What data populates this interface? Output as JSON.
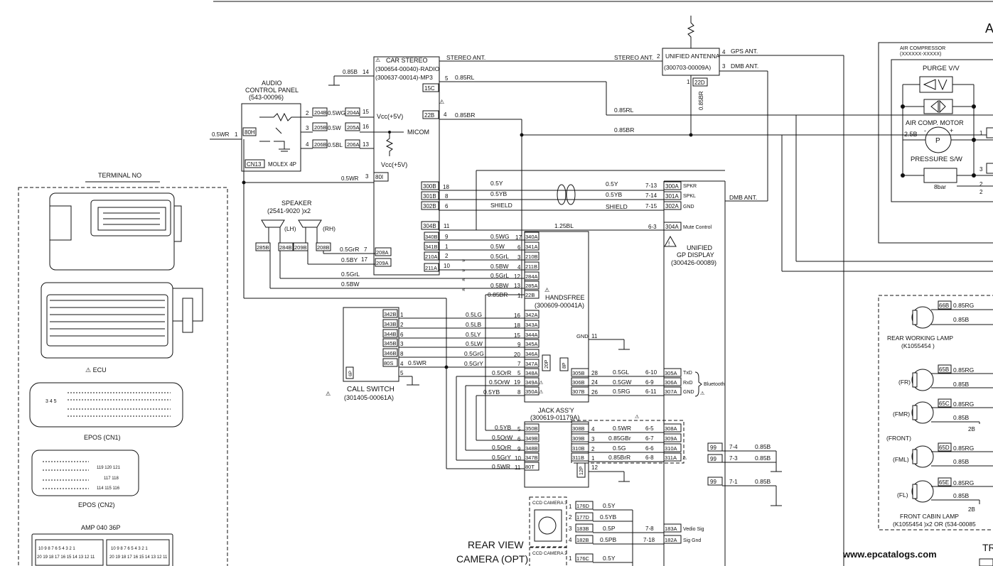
{
  "corner_letters": {
    "top_right": "A",
    "bottom_right": "TR"
  },
  "car_stereo": {
    "title": "CAR STEREO",
    "part_radio": "(300654-00040)-RADIO",
    "part_mp3": "(300637-00014)-MP3",
    "antenna_out": "STEREO ANT.",
    "vcc": "Vcc(+5V)",
    "micom": "MICOM",
    "vcc2": "Vcc(+5V)",
    "left_pins": [
      "14",
      "15",
      "16",
      "13",
      "3",
      "7",
      "17"
    ],
    "right_pins": [
      "5",
      "4",
      "18",
      "8",
      "6",
      "11",
      "9",
      "1",
      "2",
      "10"
    ],
    "conn_15c": "15C",
    "conn_22b": "22B",
    "conn_80i": "80I"
  },
  "audio_panel": {
    "title": "AUDIO",
    "subtitle": "CONTROL PANEL",
    "part": "(543-00096)",
    "cn13": "CN13",
    "molex": "MOLEX 4P",
    "conn_80h": "80H",
    "pins": [
      "2",
      "3",
      "4",
      "1"
    ],
    "out_conns": [
      "204B",
      "205B",
      "206B"
    ],
    "in_conns": [
      "204A",
      "205A",
      "206A"
    ]
  },
  "speaker": {
    "title": "SPEAKER",
    "part": "(2541-9020 )x2",
    "lh": "(LH)",
    "rh": "(RH)",
    "conns": [
      "285B",
      "284B",
      "209B",
      "208B"
    ],
    "stereo_conns": [
      "208A",
      "209A"
    ]
  },
  "unified_antenna": {
    "title": "UNIFIED ANTENNA",
    "part": "(300703-00009A)",
    "in": "STEREO ANT.",
    "gps": "GPS ANT.",
    "dmb": "DMB ANT.",
    "conn_22d": "22D",
    "pins": [
      "2",
      "4",
      "3",
      "1"
    ]
  },
  "gp_display": {
    "title": "UNIFIED",
    "subtitle": "GP DISPLAY",
    "part": "(300426-00089)",
    "labels": [
      "SPKR",
      "SPKL",
      "GND",
      "Mute Control"
    ],
    "pins": [
      "7-13",
      "7-14",
      "7-15",
      "6-3"
    ],
    "conns": [
      "300A",
      "301A",
      "302A",
      "304A"
    ],
    "dmb": "DMB ANT."
  },
  "handsfree": {
    "title": "HANDSFREE",
    "part": "(300609-00041A)",
    "gnd": "GND",
    "gnd_pin": "11",
    "conn_20p": "20P",
    "conn_8p": "8P",
    "pins": [
      "17",
      "6",
      "3",
      "4",
      "12",
      "13",
      "1",
      "16",
      "18",
      "15",
      "9",
      "20",
      "7",
      "5",
      "19",
      "8"
    ],
    "conns": [
      "340A",
      "341A",
      "210B",
      "211B",
      "284A",
      "285A",
      "22B",
      "342A",
      "343A",
      "344A",
      "345A",
      "346A",
      "347A",
      "348A",
      "349A",
      "350A"
    ],
    "bt_pins": [
      "28",
      "24",
      "26"
    ],
    "bt_conns": [
      "305B",
      "306B",
      "307B"
    ]
  },
  "bluetooth": {
    "label": "Bluetooth",
    "txd": "TxD",
    "rxd": "RxD",
    "gnd": "GND",
    "pins": [
      "6-10",
      "6-9",
      "6-11"
    ],
    "conns": [
      "305A",
      "306A",
      "307A"
    ],
    "wires": [
      "0.5GL",
      "0.5GW",
      "0.5RG"
    ]
  },
  "stereo_io": {
    "conns": [
      "300B",
      "301B",
      "302B",
      "304B",
      "340B",
      "341B",
      "210A",
      "211A"
    ]
  },
  "call_switch": {
    "title": "CALL SWITCH",
    "part": "(301405-00061A)",
    "conns": [
      "342B",
      "343B",
      "344B",
      "345B",
      "346B",
      "80S"
    ],
    "pins": [
      "1",
      "2",
      "6",
      "3",
      "8",
      "4",
      "5"
    ],
    "conn_6p": "6P"
  },
  "jack_assy": {
    "title": "JACK ASS'Y",
    "part": "(300619-01179A)",
    "pins": [
      "5",
      "6",
      "9",
      "10",
      "11"
    ],
    "conns": [
      "350B",
      "349B",
      "348B",
      "347B",
      "80T"
    ],
    "right_pins": [
      "4",
      "3",
      "2",
      "1",
      "12"
    ],
    "right_conns": [
      "308B",
      "309B",
      "310B",
      "311B"
    ],
    "conn_12p": "12P",
    "far_pins": [
      "6-5",
      "6-7",
      "6-6",
      "6-8"
    ],
    "far_conns": [
      "308A",
      "309A",
      "310A",
      "311A"
    ],
    "wires": [
      "0.5WR",
      "0.85GBr",
      "0.5G",
      "0.85BrR"
    ]
  },
  "ground_conns": {
    "conns": [
      "99",
      "99",
      "99"
    ],
    "pins": [
      "7-4",
      "7-3",
      "7-1"
    ],
    "wires": [
      "0.85B",
      "0.85B",
      "0.85B"
    ]
  },
  "ccd": {
    "cam3": "CCD CAMERA 3",
    "cam2": "CCD CAMERA 2",
    "pins": [
      "1",
      "2",
      "3",
      "4",
      "1"
    ],
    "conns": [
      "176D",
      "177D",
      "183B",
      "182B",
      "176C"
    ],
    "wires": [
      "0.5Y",
      "0.5YB",
      "0.5P",
      "0.5PB",
      "0.5Y"
    ],
    "sig_pins": [
      "7-8",
      "7-18"
    ],
    "sig_conns": [
      "183A",
      "182A"
    ],
    "vid": "Vedio Sig",
    "gnd": "Sig Gnd"
  },
  "rear_camera": {
    "line1": "REAR VIEW",
    "line2": "CAMERA (OPT)"
  },
  "terminal": {
    "title": "TERMINAL NO",
    "ecu": "ECU",
    "cn1": "EPOS (CN1)",
    "cn2": "EPOS (CN2)",
    "amp": "AMP 040 36P",
    "cn2_top": "119 120 121",
    "cn2_mid": "117 118",
    "cn2_bot": "114 115 116",
    "amp_row1": "10 9 8 7 6 5 4 3 2 1",
    "amp_row2": "20 19 18 17 16 15 14 13 12 11",
    "cn1_pins": "3 4 5"
  },
  "air_comp": {
    "title": "AIR COMPRESSOR",
    "part": "(XXXXXX-XXXXX)",
    "purge": "PURGE V/V",
    "motor": "AIR COMP. MOTOR",
    "pressure": "PRESSURE S/W",
    "bar": "8bar",
    "rating": "2.5B",
    "pins": [
      "1",
      "2",
      "3",
      "2"
    ],
    "p": "P",
    "minus": "-",
    "plus": "+"
  },
  "lamps": {
    "rear_title": "REAR WORKING LAMP",
    "rear_part": "(K1055454 )",
    "front": "(FRONT)",
    "front_title": "FRONT CABIN LAMP",
    "front_part": "(K1055454 )x2 OR (534-00085",
    "labels": [
      "(FR)",
      "(FMR)",
      "(FML)",
      "(FL)"
    ],
    "conns": [
      "66B",
      "65B",
      "65C",
      "65D",
      "65E"
    ],
    "wire_rg": "0.85RG",
    "wire_b": "0.85B",
    "b2": "2B"
  },
  "wires": {
    "w_085b": "0.85B",
    "w_05wr": "0.5WR",
    "w_05wg": "0.5WG",
    "w_05w": "0.5W",
    "w_05bl": "0.5BL",
    "w_085rl": "0.85RL",
    "w_085br": "0.85BR",
    "w_05y": "0.5Y",
    "w_05yb": "0.5YB",
    "shield": "SHIELD",
    "w_125bl": "1.25BL",
    "w_05grr": "0.5GrR",
    "w_05by": "0.5BY",
    "w_05grl": "0.5GrL",
    "w_05bw": "0.5BW",
    "w_05wg2": "0.5WG",
    "w_05w2": "0.5W",
    "w_05grl2": "0.5GrL",
    "w_05bw2": "0.5BW",
    "w_05grl3": "0.5GrL",
    "w_05bw3": "0.5BW",
    "w_085br2": "0.85BR",
    "w_05lg": "0.5LG",
    "w_05lb": "0.5LB",
    "w_05ly": "0.5LY",
    "w_05lw": "0.5LW",
    "w_05grg": "0.5GrG",
    "w_05gry": "0.5GrY",
    "w_05wr2": "0.5WR",
    "w_05orr": "0.5OrR",
    "w_05orw": "0.5OrW",
    "w_05yb2": "0.5YB",
    "jack_in": [
      "0.5YB",
      "0.5OrW",
      "0.5OrR",
      "0.5GrY",
      "0.5WR"
    ],
    "ant_085rl": "0.85RL",
    "ant_085br": "0.85BR",
    "ant_vert": "0.85BR",
    "hf_rev": [
      "0.5OrR",
      "0.5OrW",
      "0.5YB"
    ],
    "hf_rev_pins": [
      "5",
      "19",
      "8"
    ]
  },
  "watermark": "www.epcatalogs.com"
}
